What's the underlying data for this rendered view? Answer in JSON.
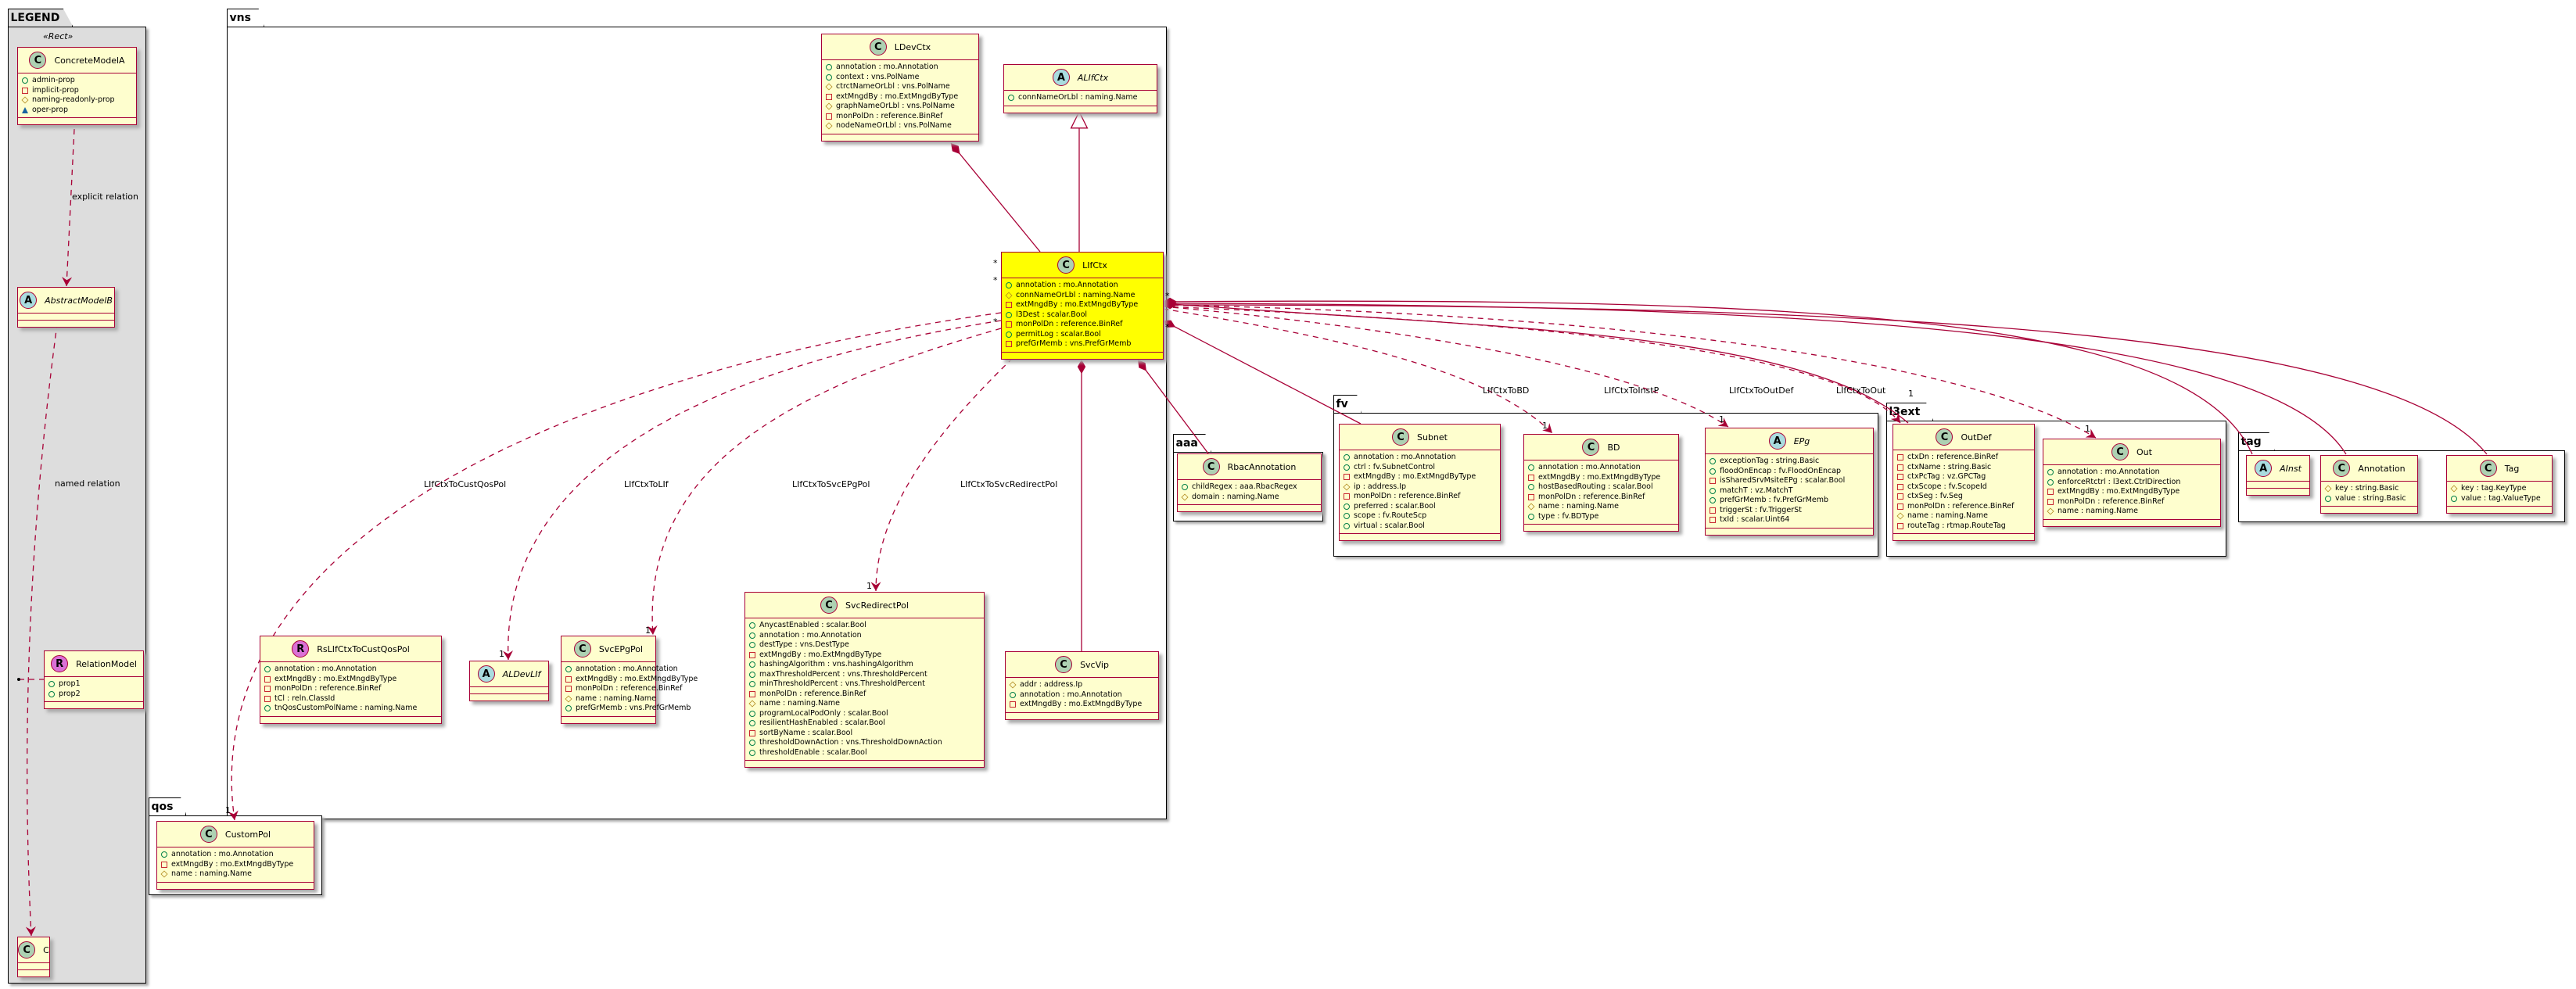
{
  "packages": [
    {
      "id": "legend",
      "name": "LEGEND",
      "stereotype": "«Rect»",
      "classes": [
        {
          "id": "ConcreteModelA",
          "kind": "C",
          "name": "ConcreteModelA",
          "attrs": [
            {
              "vis": "public",
              "text": "admin-prop"
            },
            {
              "vis": "private",
              "text": "implicit-prop"
            },
            {
              "vis": "protected",
              "text": "naming-readonly-prop"
            },
            {
              "vis": "package",
              "text": "oper-prop"
            }
          ]
        },
        {
          "id": "AbstractModelB",
          "kind": "A",
          "name": "AbstractModelB",
          "abstract": true,
          "attrs": []
        },
        {
          "id": "RelationModel",
          "kind": "R",
          "name": "RelationModel",
          "attrs": [
            {
              "vis": "public",
              "text": "prop1"
            },
            {
              "vis": "public",
              "text": "prop2"
            }
          ]
        },
        {
          "id": "C",
          "kind": "C",
          "name": "C",
          "attrs": []
        }
      ]
    },
    {
      "id": "vns",
      "name": "vns",
      "classes": [
        {
          "id": "LDevCtx",
          "kind": "C",
          "name": "LDevCtx",
          "attrs": [
            {
              "vis": "public",
              "text": "annotation : mo.Annotation"
            },
            {
              "vis": "public",
              "text": "context : vns.PolName"
            },
            {
              "vis": "protected",
              "text": "ctrctNameOrLbl : vns.PolName"
            },
            {
              "vis": "private",
              "text": "extMngdBy : mo.ExtMngdByType"
            },
            {
              "vis": "protected",
              "text": "graphNameOrLbl : vns.PolName"
            },
            {
              "vis": "private",
              "text": "monPolDn : reference.BinRef"
            },
            {
              "vis": "protected",
              "text": "nodeNameOrLbl : vns.PolName"
            }
          ]
        },
        {
          "id": "ALIfCtx",
          "kind": "A",
          "name": "ALIfCtx",
          "abstract": true,
          "attrs": [
            {
              "vis": "public",
              "text": "connNameOrLbl : naming.Name"
            }
          ]
        },
        {
          "id": "LIfCtx",
          "kind": "C",
          "name": "LIfCtx",
          "highlight": true,
          "attrs": [
            {
              "vis": "public",
              "text": "annotation : mo.Annotation"
            },
            {
              "vis": "protected",
              "text": "connNameOrLbl : naming.Name"
            },
            {
              "vis": "private",
              "text": "extMngdBy : mo.ExtMngdByType"
            },
            {
              "vis": "public",
              "text": "l3Dest : scalar.Bool"
            },
            {
              "vis": "private",
              "text": "monPolDn : reference.BinRef"
            },
            {
              "vis": "public",
              "text": "permitLog : scalar.Bool"
            },
            {
              "vis": "private",
              "text": "prefGrMemb : vns.PrefGrMemb"
            }
          ]
        },
        {
          "id": "RsLIfCtxToCustQosPol",
          "kind": "R",
          "name": "RsLIfCtxToCustQosPol",
          "attrs": [
            {
              "vis": "public",
              "text": "annotation : mo.Annotation"
            },
            {
              "vis": "private",
              "text": "extMngdBy : mo.ExtMngdByType"
            },
            {
              "vis": "private",
              "text": "monPolDn : reference.BinRef"
            },
            {
              "vis": "private",
              "text": "tCl : reln.ClassId"
            },
            {
              "vis": "public",
              "text": "tnQosCustomPolName : naming.Name"
            }
          ]
        },
        {
          "id": "ALDevLIf",
          "kind": "A",
          "name": "ALDevLIf",
          "abstract": true,
          "attrs": []
        },
        {
          "id": "SvcEPgPol",
          "kind": "C",
          "name": "SvcEPgPol",
          "attrs": [
            {
              "vis": "public",
              "text": "annotation : mo.Annotation"
            },
            {
              "vis": "private",
              "text": "extMngdBy : mo.ExtMngdByType"
            },
            {
              "vis": "private",
              "text": "monPolDn : reference.BinRef"
            },
            {
              "vis": "protected",
              "text": "name : naming.Name"
            },
            {
              "vis": "public",
              "text": "prefGrMemb : vns.PrefGrMemb"
            }
          ]
        },
        {
          "id": "SvcRedirectPol",
          "kind": "C",
          "name": "SvcRedirectPol",
          "attrs": [
            {
              "vis": "public",
              "text": "AnycastEnabled : scalar.Bool"
            },
            {
              "vis": "public",
              "text": "annotation : mo.Annotation"
            },
            {
              "vis": "public",
              "text": "destType : vns.DestType"
            },
            {
              "vis": "private",
              "text": "extMngdBy : mo.ExtMngdByType"
            },
            {
              "vis": "public",
              "text": "hashingAlgorithm : vns.hashingAlgorithm"
            },
            {
              "vis": "public",
              "text": "maxThresholdPercent : vns.ThresholdPercent"
            },
            {
              "vis": "public",
              "text": "minThresholdPercent : vns.ThresholdPercent"
            },
            {
              "vis": "private",
              "text": "monPolDn : reference.BinRef"
            },
            {
              "vis": "protected",
              "text": "name : naming.Name"
            },
            {
              "vis": "public",
              "text": "programLocalPodOnly : scalar.Bool"
            },
            {
              "vis": "public",
              "text": "resilientHashEnabled : scalar.Bool"
            },
            {
              "vis": "private",
              "text": "sortByName : scalar.Bool"
            },
            {
              "vis": "public",
              "text": "thresholdDownAction : vns.ThresholdDownAction"
            },
            {
              "vis": "public",
              "text": "thresholdEnable : scalar.Bool"
            }
          ]
        },
        {
          "id": "SvcVip",
          "kind": "C",
          "name": "SvcVip",
          "attrs": [
            {
              "vis": "protected",
              "text": "addr : address.Ip"
            },
            {
              "vis": "public",
              "text": "annotation : mo.Annotation"
            },
            {
              "vis": "private",
              "text": "extMngdBy : mo.ExtMngdByType"
            }
          ]
        }
      ]
    },
    {
      "id": "qos",
      "name": "qos",
      "classes": [
        {
          "id": "CustomPol",
          "kind": "C",
          "name": "CustomPol",
          "attrs": [
            {
              "vis": "public",
              "text": "annotation : mo.Annotation"
            },
            {
              "vis": "private",
              "text": "extMngdBy : mo.ExtMngdByType"
            },
            {
              "vis": "protected",
              "text": "name : naming.Name"
            }
          ]
        }
      ]
    },
    {
      "id": "aaa",
      "name": "aaa",
      "classes": [
        {
          "id": "RbacAnnotation",
          "kind": "C",
          "name": "RbacAnnotation",
          "attrs": [
            {
              "vis": "public",
              "text": "childRegex : aaa.RbacRegex"
            },
            {
              "vis": "protected",
              "text": "domain : naming.Name"
            }
          ]
        }
      ]
    },
    {
      "id": "fv",
      "name": "fv",
      "classes": [
        {
          "id": "Subnet",
          "kind": "C",
          "name": "Subnet",
          "attrs": [
            {
              "vis": "public",
              "text": "annotation : mo.Annotation"
            },
            {
              "vis": "public",
              "text": "ctrl : fv.SubnetControl"
            },
            {
              "vis": "private",
              "text": "extMngdBy : mo.ExtMngdByType"
            },
            {
              "vis": "protected",
              "text": "ip : address.Ip"
            },
            {
              "vis": "private",
              "text": "monPolDn : reference.BinRef"
            },
            {
              "vis": "public",
              "text": "preferred : scalar.Bool"
            },
            {
              "vis": "public",
              "text": "scope : fv.RouteScp"
            },
            {
              "vis": "public",
              "text": "virtual : scalar.Bool"
            }
          ]
        },
        {
          "id": "BD",
          "kind": "C",
          "name": "BD",
          "attrs": [
            {
              "vis": "public",
              "text": "annotation : mo.Annotation"
            },
            {
              "vis": "private",
              "text": "extMngdBy : mo.ExtMngdByType"
            },
            {
              "vis": "public",
              "text": "hostBasedRouting : scalar.Bool"
            },
            {
              "vis": "private",
              "text": "monPolDn : reference.BinRef"
            },
            {
              "vis": "protected",
              "text": "name : naming.Name"
            },
            {
              "vis": "public",
              "text": "type : fv.BDType"
            }
          ]
        },
        {
          "id": "EPg",
          "kind": "A",
          "name": "EPg",
          "abstract": true,
          "attrs": [
            {
              "vis": "public",
              "text": "exceptionTag : string.Basic"
            },
            {
              "vis": "public",
              "text": "floodOnEncap : fv.FloodOnEncap"
            },
            {
              "vis": "private",
              "text": "isSharedSrvMsiteEPg : scalar.Bool"
            },
            {
              "vis": "public",
              "text": "matchT : vz.MatchT"
            },
            {
              "vis": "public",
              "text": "prefGrMemb : fv.PrefGrMemb"
            },
            {
              "vis": "private",
              "text": "triggerSt : fv.TriggerSt"
            },
            {
              "vis": "private",
              "text": "txId : scalar.Uint64"
            }
          ]
        }
      ]
    },
    {
      "id": "l3ext",
      "name": "l3ext",
      "classes": [
        {
          "id": "OutDef",
          "kind": "C",
          "name": "OutDef",
          "attrs": [
            {
              "vis": "private",
              "text": "ctxDn : reference.BinRef"
            },
            {
              "vis": "private",
              "text": "ctxName : string.Basic"
            },
            {
              "vis": "private",
              "text": "ctxPcTag : vz.GPCTag"
            },
            {
              "vis": "private",
              "text": "ctxScope : fv.ScopeId"
            },
            {
              "vis": "private",
              "text": "ctxSeg : fv.Seg"
            },
            {
              "vis": "private",
              "text": "monPolDn : reference.BinRef"
            },
            {
              "vis": "protected",
              "text": "name : naming.Name"
            },
            {
              "vis": "private",
              "text": "routeTag : rtmap.RouteTag"
            }
          ]
        },
        {
          "id": "Out",
          "kind": "C",
          "name": "Out",
          "attrs": [
            {
              "vis": "public",
              "text": "annotation : mo.Annotation"
            },
            {
              "vis": "public",
              "text": "enforceRtctrl : l3ext.CtrlDirection"
            },
            {
              "vis": "private",
              "text": "extMngdBy : mo.ExtMngdByType"
            },
            {
              "vis": "private",
              "text": "monPolDn : reference.BinRef"
            },
            {
              "vis": "protected",
              "text": "name : naming.Name"
            }
          ]
        }
      ]
    },
    {
      "id": "tag",
      "name": "tag",
      "classes": [
        {
          "id": "AInst",
          "kind": "A",
          "name": "AInst",
          "abstract": true,
          "attrs": []
        },
        {
          "id": "Annotation",
          "kind": "C",
          "name": "Annotation",
          "attrs": [
            {
              "vis": "protected",
              "text": "key : string.Basic"
            },
            {
              "vis": "public",
              "text": "value : string.Basic"
            }
          ]
        },
        {
          "id": "Tag",
          "kind": "C",
          "name": "Tag",
          "attrs": [
            {
              "vis": "protected",
              "text": "key : tag.KeyType"
            },
            {
              "vis": "public",
              "text": "value : tag.ValueType"
            }
          ]
        }
      ]
    }
  ],
  "relations": [
    {
      "id": "explicit",
      "label": "explicit relation",
      "type": "dependency"
    },
    {
      "id": "named",
      "label": "named relation",
      "type": "dependency"
    },
    {
      "id": "toCustQos",
      "label": "LIfCtxToCustQosPol",
      "type": "dependency",
      "mult": "1"
    },
    {
      "id": "toLIf",
      "label": "LIfCtxToLIf",
      "type": "dependency",
      "mult": "1"
    },
    {
      "id": "toSvcEPg",
      "label": "LIfCtxToSvcEPgPol",
      "type": "dependency",
      "mult": "1"
    },
    {
      "id": "toSvcRedirect",
      "label": "LIfCtxToSvcRedirectPol",
      "type": "dependency",
      "mult": "1"
    },
    {
      "id": "toBD",
      "label": "LIfCtxToBD",
      "type": "dependency",
      "mult": "1"
    },
    {
      "id": "toInstP",
      "label": "LIfCtxToInstP",
      "type": "dependency",
      "mult": "1"
    },
    {
      "id": "toOutDef",
      "label": "LIfCtxToOutDef",
      "type": "dependency",
      "mult": "1"
    },
    {
      "id": "toOut",
      "label": "LIfCtxToOut",
      "type": "dependency",
      "mult": "1"
    }
  ],
  "source_multiplicity": "*",
  "colors": {
    "border": "#A80036",
    "classFill": "#FEFECE",
    "highlight": "#FFFF00",
    "circleC": "#ADD1B2",
    "circleA": "#A9DCDF",
    "circleR": "#DA70D6",
    "legendBg": "#DDDDDD"
  }
}
